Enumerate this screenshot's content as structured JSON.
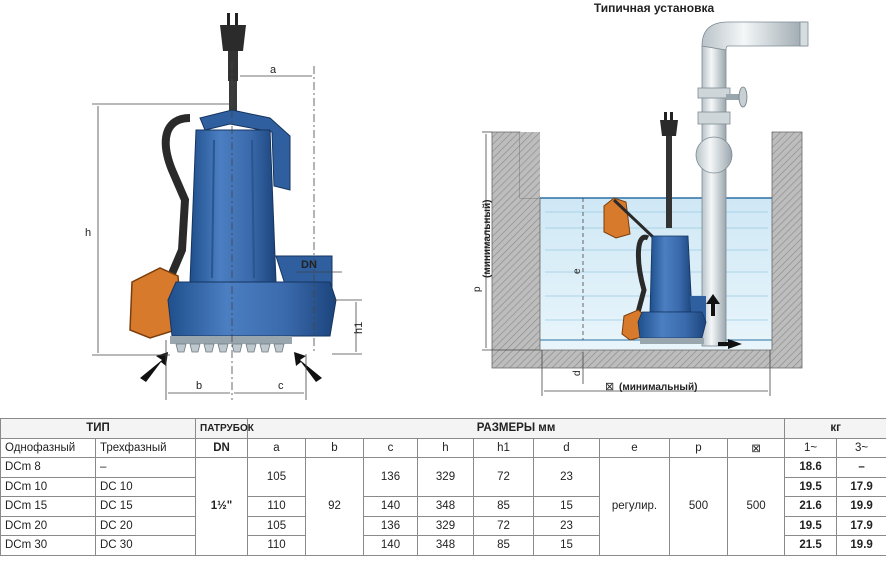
{
  "install_title": "Типичная установка",
  "dims": {
    "a": "a",
    "b": "b",
    "c": "c",
    "h": "h",
    "h1": "h1",
    "dn": "DN",
    "p": "p",
    "p_note": "(минимальный)",
    "e": "e",
    "d": "d",
    "sq": "⊠",
    "sq_note": "(минимальный)"
  },
  "table": {
    "headers": {
      "tip": "ТИП",
      "patrubok": "ПАТРУБОК",
      "razmery": "РАЗМЕРЫ мм",
      "kg": "кг",
      "single": "Однофазный",
      "three": "Трехфазный",
      "dn": "DN",
      "a": "a",
      "b": "b",
      "c": "c",
      "h": "h",
      "h1": "h1",
      "d": "d",
      "e": "e",
      "p": "p",
      "sq": "⊠",
      "kg1": "1~",
      "kg3": "3~"
    },
    "rows": [
      {
        "single": "DCm 8",
        "three": "–",
        "kg1": "18.6",
        "kg3": "–"
      },
      {
        "single": "DCm 10",
        "three": "DC 10",
        "kg1": "19.5",
        "kg3": "17.9"
      },
      {
        "single": "DCm 15",
        "three": "DC 15",
        "kg1": "21.6",
        "kg3": "19.9"
      },
      {
        "single": "DCm 20",
        "three": "DC 20",
        "kg1": "19.5",
        "kg3": "17.9"
      },
      {
        "single": "DCm 30",
        "three": "DC 30",
        "kg1": "21.5",
        "kg3": "19.9"
      }
    ],
    "groups": [
      {
        "a": "105",
        "c": "136",
        "h": "329",
        "h1": "72",
        "d": "23"
      },
      {
        "a": "110",
        "c": "140",
        "h": "348",
        "h1": "85",
        "d": "15"
      },
      {
        "a": "105",
        "c": "136",
        "h": "329",
        "h1": "72",
        "d": "23"
      },
      {
        "a": "110",
        "c": "140",
        "h": "348",
        "h1": "85",
        "d": "15"
      }
    ],
    "common": {
      "dn": "1½\"",
      "b": "92",
      "e": "регулир.",
      "p": "500",
      "sq": "500"
    }
  }
}
